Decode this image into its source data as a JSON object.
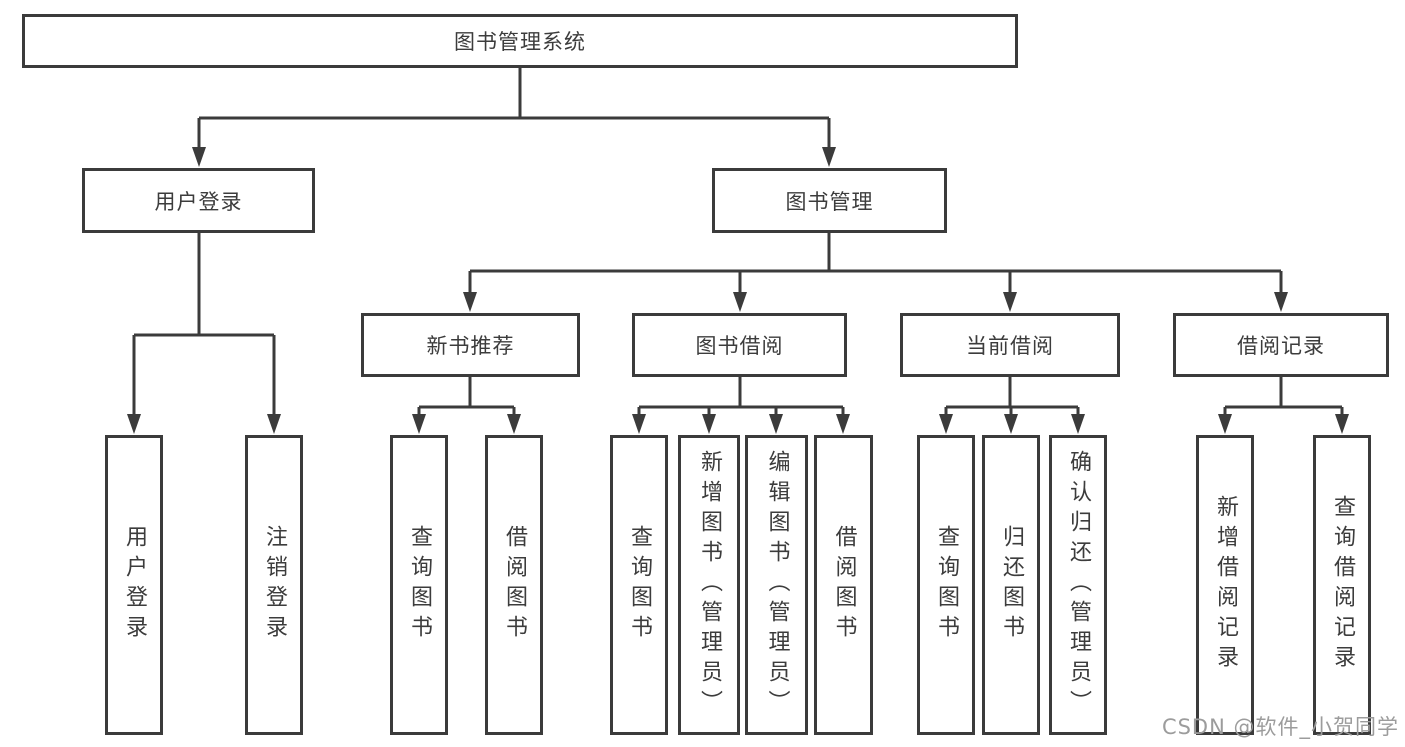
{
  "tree": {
    "root": {
      "label": "图书管理系统"
    },
    "branches": [
      {
        "label": "用户登录",
        "children": [
          {
            "label": "用户登录"
          },
          {
            "label": "注销登录"
          }
        ]
      },
      {
        "label": "图书管理",
        "children": [
          {
            "label": "新书推荐",
            "children": [
              {
                "label": "查询图书"
              },
              {
                "label": "借阅图书"
              }
            ]
          },
          {
            "label": "图书借阅",
            "children": [
              {
                "label": "查询图书"
              },
              {
                "label": "新增图书（管理员）"
              },
              {
                "label": "编辑图书（管理员）"
              },
              {
                "label": "借阅图书"
              }
            ]
          },
          {
            "label": "当前借阅",
            "children": [
              {
                "label": "查询图书"
              },
              {
                "label": "归还图书"
              },
              {
                "label": "确认归还（管理员）"
              }
            ]
          },
          {
            "label": "借阅记录",
            "children": [
              {
                "label": "新增借阅记录"
              },
              {
                "label": "查询借阅记录"
              }
            ]
          }
        ]
      }
    ]
  },
  "watermark": {
    "text": "CSDN @软件_小贺同学"
  },
  "colors": {
    "line": "#3b3b3b",
    "text": "#3c3c3c",
    "watermark": "#9c9c9c"
  }
}
